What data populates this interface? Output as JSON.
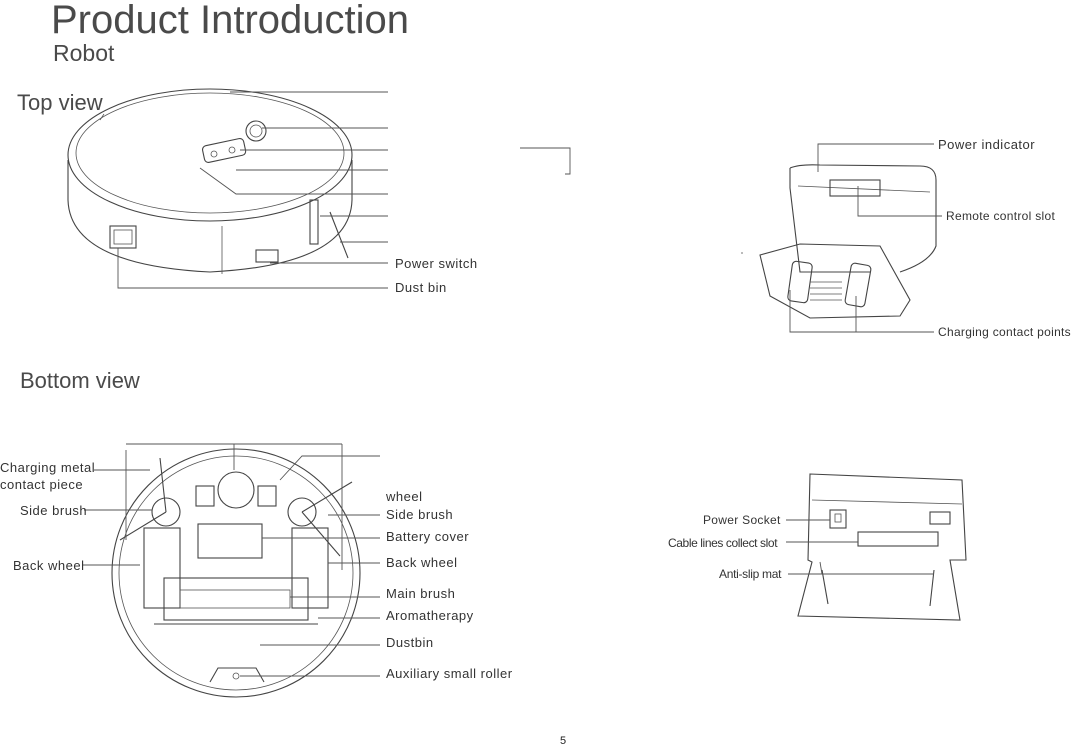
{
  "header": {
    "title": "Product Introduction",
    "subtitle": "Robot"
  },
  "top_view": {
    "heading": "Top view",
    "labels": [
      "Power switch",
      "Dust bin"
    ]
  },
  "base_station_top": {
    "labels": [
      "Power indicator",
      "Remote control slot",
      "Charging contact points"
    ]
  },
  "bottom_view": {
    "heading": "Bottom view",
    "left_labels": [
      "Charging metal",
      "contact piece",
      "Side brush",
      "Back wheel"
    ],
    "right_labels": [
      "wheel",
      "Side brush",
      "Battery cover",
      "Back wheel",
      "Main brush",
      "Aromatherapy",
      "Dustbin",
      "Auxiliary small roller"
    ]
  },
  "base_station_bottom": {
    "labels": [
      "Power Socket",
      "Cable lines collect slot",
      "Anti-slip mat"
    ]
  },
  "footer": {
    "page_number": "5"
  }
}
